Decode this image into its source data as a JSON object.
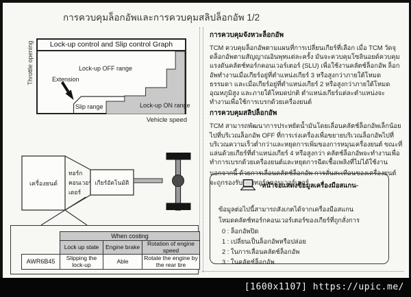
{
  "page": {
    "title": "การควบคุมล็อกอัพและการควบคุมสลิปล็อกอัพ 1/2",
    "watermark": "[1600x1107] https://upic.me/"
  },
  "colors": {
    "region_fill": "#c9c9c9",
    "table_header_fill": "#c9c9c9",
    "watermark_bar": "#060606"
  },
  "graph": {
    "title": "Lock-up control and Slip control Graph",
    "y_axis": "Throttle opening",
    "x_axis": "Vehicle speed",
    "off_range": "Lock-up OFF range",
    "extension": "Extension",
    "slip_range": "Slip range",
    "on_range": "Lock-up ON range"
  },
  "drivetrain": {
    "engine": "เครื่องยนต์",
    "tc_line1": "ทอร์ก",
    "tc_line2": "คอนเวอร์",
    "tc_line3": "เตอร์",
    "transmission": "เกียร์อัตโนมัติ"
  },
  "table": {
    "span_header": "When costing",
    "columns": [
      "Lock up state",
      "Engine brake",
      "Rotation of engine speed"
    ],
    "row_label": "AWR6B45",
    "cells": [
      "Slipping the lock-up",
      "Able",
      "Rotate the engine by the rear tire"
    ]
  },
  "sections": [
    {
      "heading": "การควบคุมจังหวะล็อกอัพ",
      "body": "TCM ควบคุมล็อกอัพตามแผนที่การเปลี่ยนเกียร์ที่เลือก เมื่อ TCM วัดจุดล็อกอัพตามสัญญาณอินพุทแต่ละครั้ง มันจะควบคุมโซลินอยด์ควบคุมแรงดันคลัตช์ทอร์กคอนเวอร์เตอร์ (SLU) เพื่อใช้งานคลัตช์ล็อกอัพ ล็อกอัพทำงานเมื่อเกียร์อยู่ที่ตำแหน่งเกียร์ 3 หรือสูงกว่าภายใต้โหมดธรรมดา และเมื่อเกียร์อยู่ที่ตำแหน่งเกียร์ 2 หรือสูงกว่าภายใต้โหมดอุณหภูมิสูง และภายใต้โหมดปกติ ตำแหน่งเกียร์แต่ละตำแหน่งจะทำงานเพื่อใช้การเบรกด้วยเครื่องยนต์"
    },
    {
      "heading": "การควบคุมสลิปล็อกอัพ",
      "body": "TCM สามารถพัฒนาการประหยัดน้ำมันโดยเลื่อนคลัตช์ล็อกอัพเล็กน้อยไปที่บริเวณล็อกอัพ OFF ที่การเร่งเครื่องเพื่อขยายบริเวณล็อกอัพไปที่บริเวณความเร็วต่ำกว่าและหยุดการเพิ่มของการหมุนเครื่องยนต์ ขณะที่แล่นด้วยเกียร์ที่ตำแหน่งเกียร์ 4 หรือสูงกว่า คลัตช์ล็อกอัพจะทำงานเพื่อทำการเบรกด้วยเครื่องยนต์และหยุดการฉีดเชื้อเพลิงที่ไม่ได้ใช้งาน",
      "body2": "นอกจากนี้ ด้วยการเลื่อนคลัตช์ล็อกอัพ การสั่นสะเทือนของเครื่องยนต์จะถูกรองรับด้วยทอร์กคอนเวอร์เตอร์"
    }
  ],
  "scan_box": {
    "title": "-หน้าจอแสดงข้อมูลเครื่องมือสแกน-",
    "line1": "ข้อมูลต่อไปนี้สามารถสังเกตได้จากเครื่องมือสแกน",
    "line2": "โหมดคลัตช์ทอร์กคอนเวอร์เตอร์ของเกียร์ที่ถูกสั่งการ",
    "items": [
      "0 : ล็อกอัพปิด",
      "1 : เปลี่ยนเป็นล็อกอัพหรือปล่อย",
      "2 : ในการเลื่อนคลัตช์ล็อกอัพ",
      "3 : ในคลัตช์ล็อกอัพ"
    ]
  }
}
